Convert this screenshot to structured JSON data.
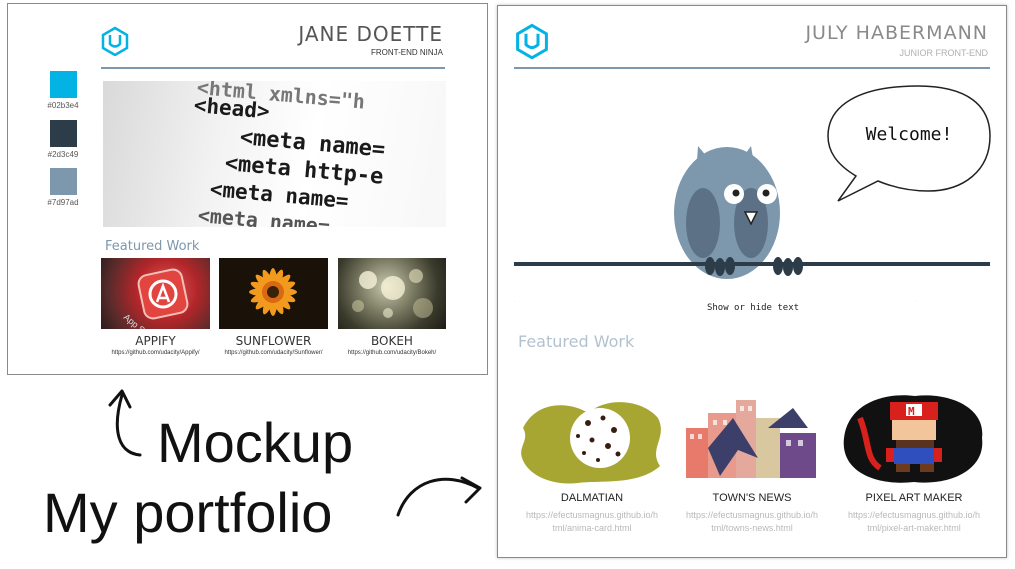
{
  "mockup": {
    "name": "JANE DOETTE",
    "role": "FRONT-END NINJA",
    "swatches": [
      {
        "color": "#02b3e4",
        "label": "#02b3e4"
      },
      {
        "color": "#2d3c49",
        "label": "#2d3c49"
      },
      {
        "color": "#7d97ad",
        "label": "#7d97ad"
      }
    ],
    "hero_code": [
      "<html xmlns=\"h",
      "<head>",
      "<meta name=",
      "<meta http-e",
      "<meta name=",
      "<meta name="
    ],
    "featured_title": "Featured Work",
    "projects": [
      {
        "title": "APPIFY",
        "url": "https://github.com/udacity/Appify/"
      },
      {
        "title": "SUNFLOWER",
        "url": "https://github.com/udacity/Sunflower/"
      },
      {
        "title": "BOKEH",
        "url": "https://github.com/udacity/Bokeh/"
      }
    ]
  },
  "portfolio": {
    "name": "JULY HABERMANN",
    "role": "JUNIOR FRONT-END",
    "speech": "Welcome!",
    "toggle_text": "Show or hide text",
    "featured_title": "Featured Work",
    "projects": [
      {
        "title": "DALMATIAN",
        "url_line1": "https://efectusmagnus.github.io/h",
        "url_line2": "tml/anima-card.html"
      },
      {
        "title": "TOWN'S NEWS",
        "url_line1": "https://efectusmagnus.github.io/h",
        "url_line2": "tml/towns-news.html"
      },
      {
        "title": "PIXEL ART MAKER",
        "url_line1": "https://efectusmagnus.github.io/h",
        "url_line2": "tml/pixel-art-maker.html"
      }
    ]
  },
  "captions": {
    "mockup": "Mockup",
    "portfolio": "My portfolio"
  },
  "colors": {
    "udacity_blue": "#02b3e4",
    "dark": "#2d3c49",
    "slate": "#7d97ad",
    "owl_body": "#7d97ad",
    "owl_wing": "#5d7186"
  }
}
